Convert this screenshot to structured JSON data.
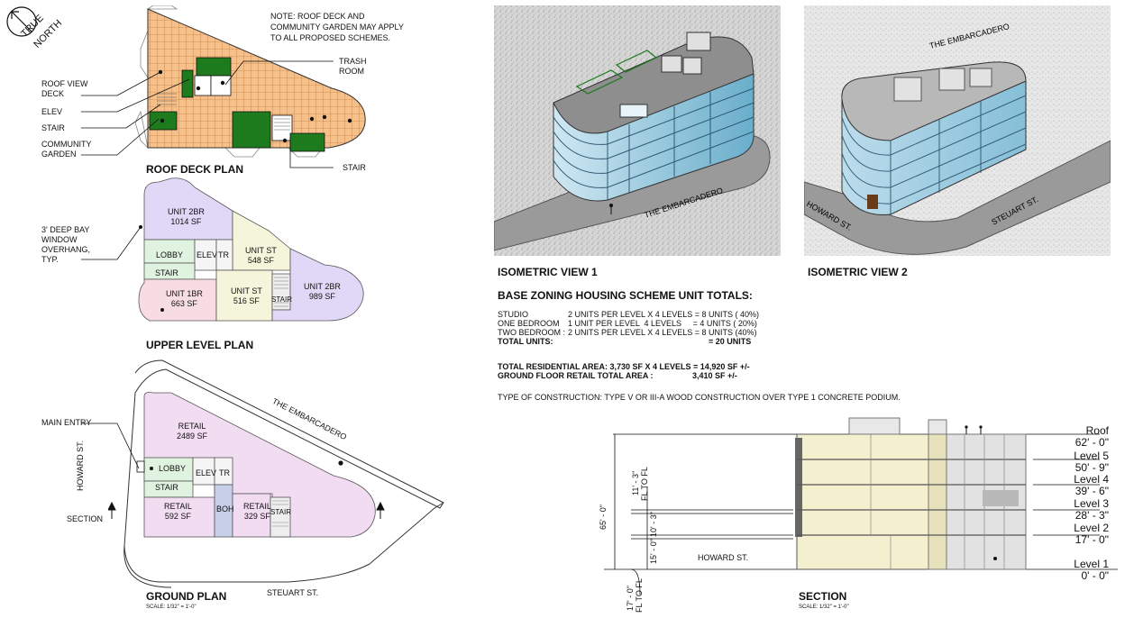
{
  "north": {
    "label_1": "TRUE",
    "label_2": "NORTH"
  },
  "roof": {
    "note_1": "NOTE: ROOF DECK AND",
    "note_2": "COMMUNITY GARDEN MAY APPLY",
    "note_3": "TO ALL PROPOSED SCHEMES.",
    "trash_1": "TRASH",
    "trash_2": "ROOM",
    "roof_view_1": "ROOF VIEW",
    "roof_view_2": "DECK",
    "elev": "ELEV",
    "stair": "STAIR",
    "garden_1": "COMMUNITY",
    "garden_2": "GARDEN",
    "stair_right": "STAIR",
    "title": "ROOF DECK PLAN"
  },
  "upper": {
    "title": "UPPER LEVEL PLAN",
    "bay_1": "3' DEEP BAY",
    "bay_2": "WINDOW",
    "bay_3": "OVERHANG,",
    "bay_4": "TYP.",
    "rooms": [
      {
        "name": "UNIT 2BR",
        "area": "1014 SF"
      },
      {
        "name": "LOBBY",
        "area": ""
      },
      {
        "name": "ELEV",
        "area": ""
      },
      {
        "name": "TR",
        "area": ""
      },
      {
        "name": "UNIT ST",
        "area": "548 SF"
      },
      {
        "name": "STAIR",
        "area": ""
      },
      {
        "name": "UNIT 1BR",
        "area": "663 SF"
      },
      {
        "name": "UNIT ST",
        "area": "516 SF"
      },
      {
        "name": "STAIR",
        "area": ""
      },
      {
        "name": "UNIT 2BR",
        "area": "989 SF"
      }
    ]
  },
  "ground": {
    "title": "GROUND PLAN",
    "scale": "SCALE: 1/32\" = 1'-0\"",
    "main_entry": "MAIN ENTRY",
    "section": "SECTION",
    "street_embarcadero": "THE EMBARCADERO",
    "street_howard": "HOWARD ST.",
    "street_steuart": "STEUART ST.",
    "rooms": [
      {
        "name": "RETAIL",
        "area": "2489 SF"
      },
      {
        "name": "LOBBY",
        "area": ""
      },
      {
        "name": "ELEV",
        "area": ""
      },
      {
        "name": "TR",
        "area": ""
      },
      {
        "name": "STAIR",
        "area": ""
      },
      {
        "name": "RETAIL",
        "area": "592 SF"
      },
      {
        "name": "BOH",
        "area": ""
      },
      {
        "name": "RETAIL",
        "area": "329 SF"
      },
      {
        "name": "STAIR",
        "area": ""
      }
    ]
  },
  "iso1": {
    "title": "ISOMETRIC VIEW 1",
    "street": "THE EMBARCADERO"
  },
  "iso2": {
    "title": "ISOMETRIC VIEW 2",
    "street_1": "THE EMBARCADERO",
    "street_2": "HOWARD ST.",
    "street_3": "STEUART ST."
  },
  "totals": {
    "title": "BASE ZONING HOUSING SCHEME UNIT TOTALS:",
    "rows": [
      {
        "label": "STUDIO",
        "desc": "2 UNITS PER LEVEL X 4 LEVELS = 8 UNITS ( 40%)"
      },
      {
        "label": "ONE BEDROOM",
        "desc": "1 UNIT PER LEVEL  4 LEVELS     = 4 UNITS ( 20%)"
      },
      {
        "label": "TWO BEDROOM :",
        "desc": "2 UNITS PER LEVEL X 4 LEVELS = 8 UNITS (40%)"
      },
      {
        "label": "TOTAL UNITS:",
        "desc": "= 20 UNITS"
      }
    ],
    "residential": "TOTAL RESIDENTIAL AREA: 3,730 SF X 4 LEVELS = 14,920 SF +/-",
    "retail_label": "GROUND FLOOR RETAIL TOTAL AREA :",
    "retail_value": "3,410 SF +/-",
    "construction": "TYPE OF CONSTRUCTION: TYPE V OR III-A WOOD CONSTRUCTION OVER TYPE 1 CONCRETE PODIUM."
  },
  "section": {
    "title": "SECTION",
    "scale": "SCALE: 1/32\" = 1'-0\"",
    "height": "65' - 0\"",
    "dim_11": "11' - 3\"",
    "fl_to_fl": "FL TO FL",
    "dim_10": "10' - 3\"",
    "dim_15": "15' - 0\"",
    "dim_17": "17' - 0\"",
    "fl_to_fl_2": "FL TO FL",
    "street": "HOWARD ST.",
    "levels": [
      {
        "name": "Roof",
        "elev": "62' - 0\""
      },
      {
        "name": "Level 5",
        "elev": "50' - 9\""
      },
      {
        "name": "Level 4",
        "elev": "39' - 6\""
      },
      {
        "name": "Level 3",
        "elev": "28' - 3\""
      },
      {
        "name": "Level 2",
        "elev": "17' - 0\""
      },
      {
        "name": "Level 1",
        "elev": "0' - 0\""
      }
    ]
  },
  "colors": {
    "roof_fill": "#f5c08a",
    "garden": "#1d7a1d",
    "unit_2br": "#e0d8f6",
    "unit_st": "#f5f5dc",
    "lobby": "#e0f2e0",
    "unit_1br": "#f7dde3",
    "retail": "#f2dcf2",
    "boh": "#c8cfe8",
    "glass": "#7ab8d6"
  }
}
